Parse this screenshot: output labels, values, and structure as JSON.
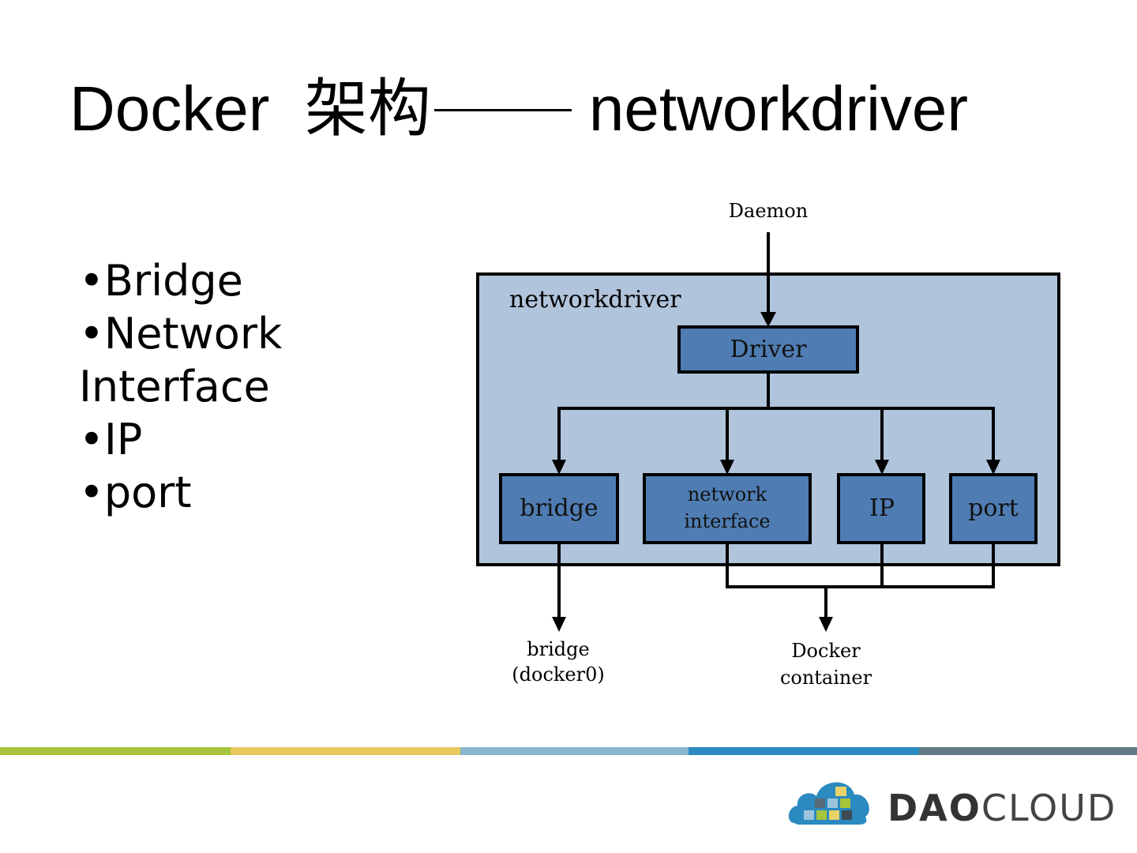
{
  "slide": {
    "title_part1": "Docker",
    "title_cjk": "架构",
    "title_part2": "networkdriver"
  },
  "bullets": [
    "•Bridge",
    "•Network",
    "Interface",
    "•IP",
    "•port"
  ],
  "diagram": {
    "input_label": "Daemon",
    "container_label": "networkdriver",
    "driver_label": "Driver",
    "components": [
      {
        "line1": "bridge",
        "line2": ""
      },
      {
        "line1": "network",
        "line2": "interface"
      },
      {
        "line1": "IP",
        "line2": ""
      },
      {
        "line1": "port",
        "line2": ""
      }
    ],
    "outputs": {
      "bridge_line1": "bridge",
      "bridge_line2": "(docker0)",
      "container_line1": "Docker",
      "container_line2": "container"
    },
    "colors": {
      "container_fill": "#b0c4dc",
      "box_fill": "#4f7db3",
      "stroke": "#000000"
    }
  },
  "footer": {
    "stripe_colors": [
      "#a8c43c",
      "#e8c85c",
      "#8cb6d0",
      "#2b8ac0",
      "#627a86"
    ],
    "logo_bold": "DAO",
    "logo_light": "CLOUD"
  }
}
